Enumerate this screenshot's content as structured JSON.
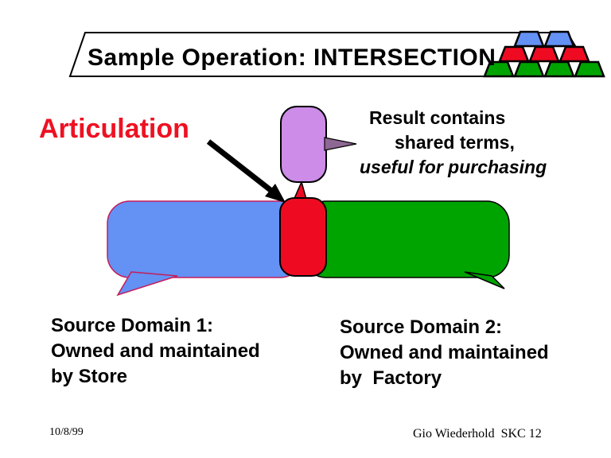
{
  "slide_title": "Sample Operation: INTERSECTION",
  "labels": {
    "articulation": "Articulation",
    "result_line1": "Result contains",
    "result_line2": "shared terms,",
    "result_line3": "useful for purchasing",
    "source1_line1": "Source Domain 1:",
    "source1_line2": "Owned and maintained",
    "source1_line3": "by Store",
    "source2_line1": "Source Domain 2:",
    "source2_line2": "Owned and maintained",
    "source2_line3": "by  Factory"
  },
  "footer": {
    "date": "10/8/99",
    "credit": "Gio Wiederhold  SKC 12"
  },
  "icons": {
    "logo": "trapezoid-pyramid-logo",
    "result_pointer": "right-pointer-icon",
    "articulation_arrow": "down-right-arrow-icon"
  },
  "colors": {
    "background": "#FFFFFF",
    "title_text": "#000000",
    "articulation_text": "#EE1122",
    "bubble_blue": "#6491F4",
    "bubble_blue_outline": "#C41E5C",
    "bubble_green": "#00A400",
    "intersection_red": "#EE0B22",
    "articulation_purple": "#CC8CE8",
    "pointer_purple": "#8E6794",
    "logo_blue": "#6491F4",
    "logo_red": "#EE0B22",
    "logo_green": "#00A400",
    "outline_black": "#000000",
    "title_border_fill": "#FFFFFF"
  }
}
